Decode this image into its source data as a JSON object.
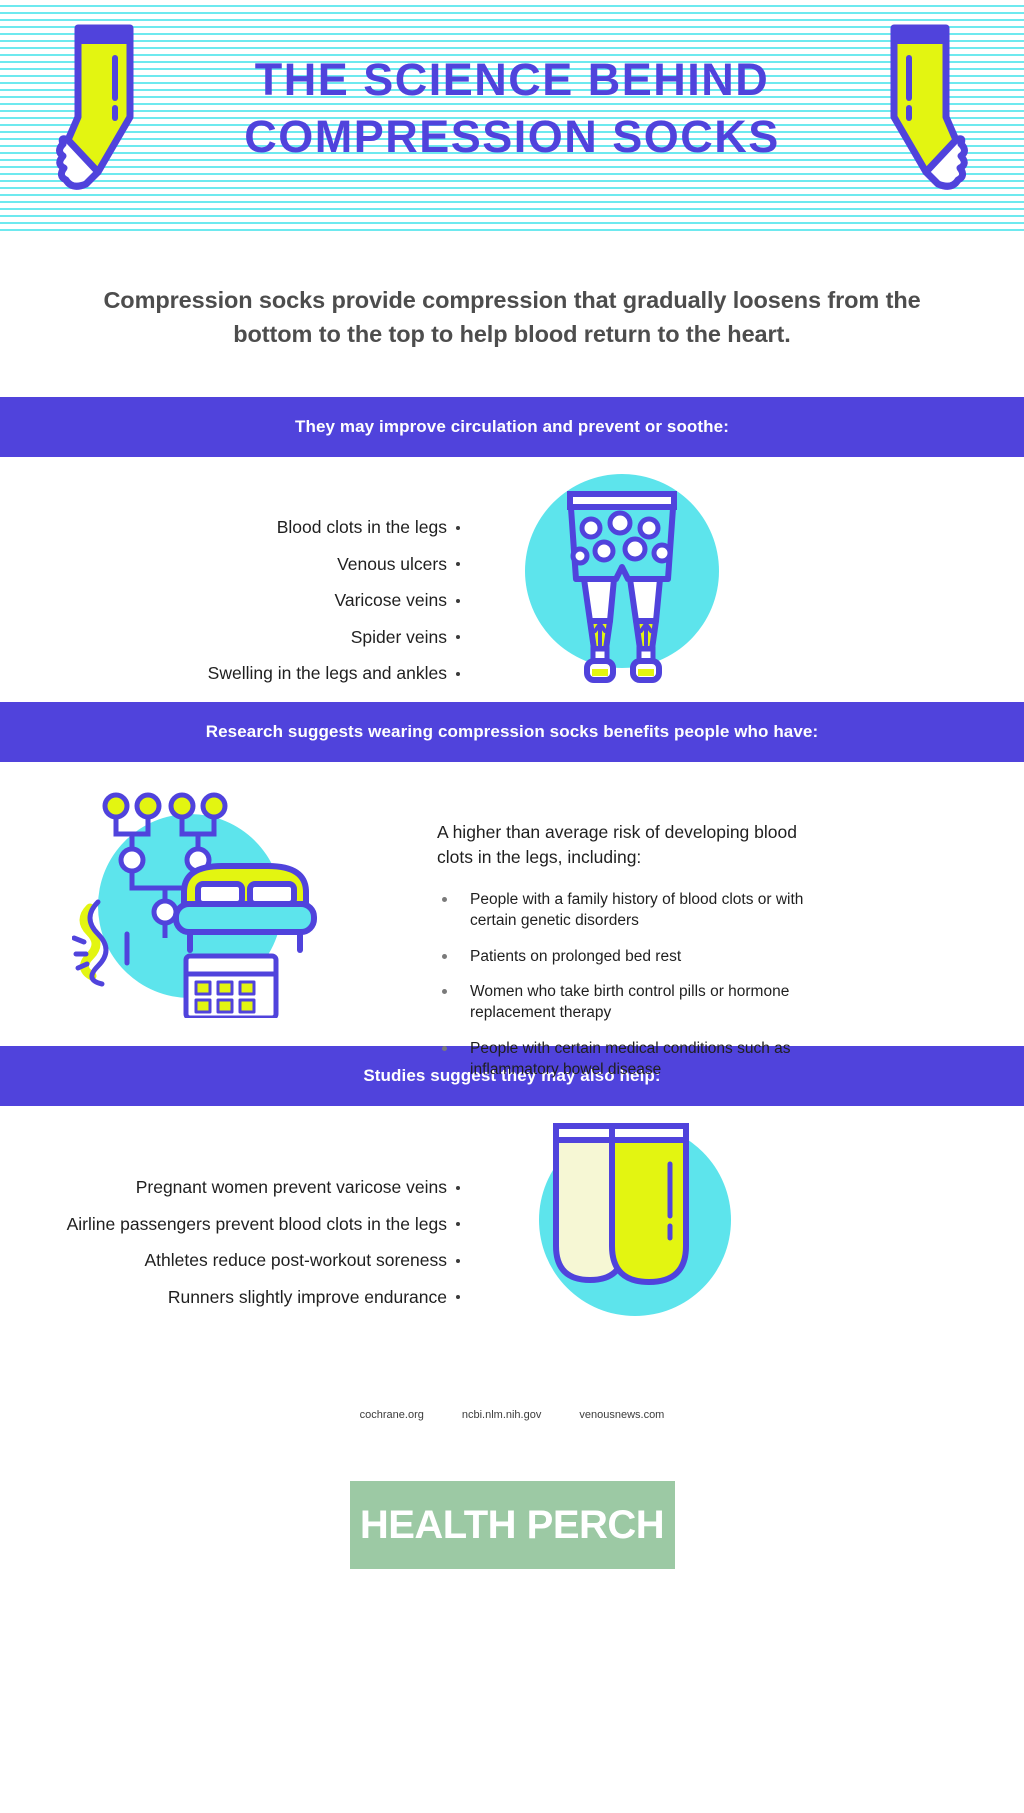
{
  "header": {
    "title_line1": "THE SCIENCE BEHIND",
    "title_line2": "COMPRESSION SOCKS",
    "left_icon": "compression-sock-icon",
    "right_icon": "compression-sock-icon",
    "stripe_color": "#6ee9ef",
    "title_color": "#5043dc"
  },
  "intro": {
    "text": "Compression socks provide compression that gradually loosens from the bottom to the top to help blood return to the heart."
  },
  "section1": {
    "band_label": "They may improve circulation and prevent or soothe:",
    "items": [
      "Blood clots in the legs",
      "Venous ulcers",
      "Varicose veins",
      "Spider veins",
      "Swelling in the legs and ankles"
    ],
    "illustration": "legs-wearing-compression-socks-icon"
  },
  "section2": {
    "band_label": "Research suggests wearing compression socks benefits people who have:",
    "lead": "A higher than average risk of developing blood clots in the legs, including:",
    "items": [
      "People with a family history of blood clots or with certain genetic disorders",
      "Patients on prolonged bed rest",
      "Women who take birth control pills or hormone replacement therapy",
      "People with certain medical conditions such as inflammatory bowel disease"
    ],
    "illustration": "family-tree-bed-calendar-icon"
  },
  "section3": {
    "band_label": "Studies suggest they may also help:",
    "items": [
      "Pregnant women prevent varicose veins",
      "Airline passengers prevent blood clots in the legs",
      "Athletes reduce post-workout soreness",
      "Runners slightly improve endurance"
    ],
    "illustration": "compression-socks-pair-icon"
  },
  "sources": [
    "cochrane.org",
    "ncbi.nlm.nih.gov",
    "venousnews.com"
  ],
  "footer": {
    "logo_text": "HEALTH PERCH",
    "logo_bg": "#9cc9a4"
  },
  "palette": {
    "purple": "#5043dc",
    "cyan": "#5de4ec",
    "lime": "#e3f511",
    "white": "#ffffff"
  }
}
